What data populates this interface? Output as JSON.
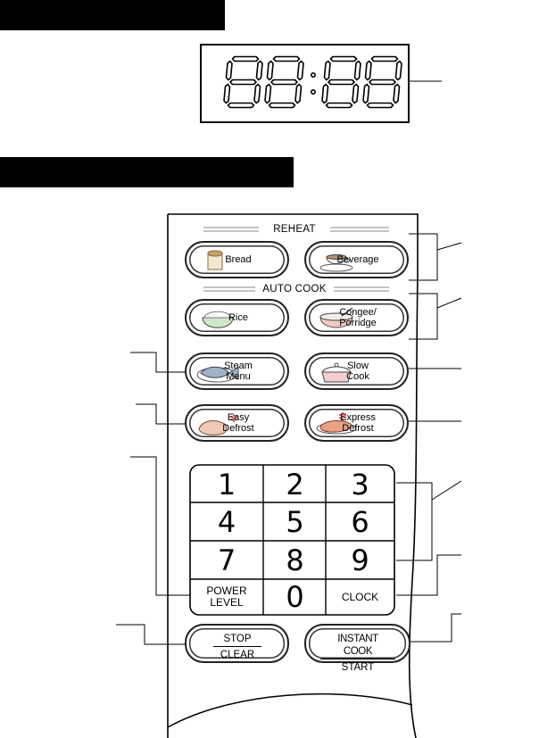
{
  "display": {
    "digits": "88:88"
  },
  "reheat": {
    "header": "REHEAT",
    "bread": "Bread",
    "beverage": "Beverage"
  },
  "auto_cook": {
    "header": "AUTO COOK",
    "rice": "Rice",
    "congee_1": "Congee/",
    "congee_2": "Porridge"
  },
  "steam": {
    "l1": "Steam",
    "l2": "Menu"
  },
  "slow": {
    "l1": "Slow",
    "l2": "Cook"
  },
  "easy_defrost": {
    "l1": "Easy",
    "l2": "Defrost"
  },
  "express_defrost": {
    "l1": "Express",
    "l2": "Defrost"
  },
  "keypad": {
    "k1": "1",
    "k2": "2",
    "k3": "3",
    "k4": "4",
    "k5": "5",
    "k6": "6",
    "k7": "7",
    "k8": "8",
    "k9": "9",
    "power_1": "POWER",
    "power_2": "LEVEL",
    "k0": "0",
    "clock": "CLOCK"
  },
  "stop_clear": {
    "top": "STOP",
    "bottom": "CLEAR"
  },
  "instant_start": {
    "top": "INSTANT COOK",
    "bottom": "START"
  },
  "icons": [
    "bread-icon",
    "cup-icon",
    "rice-bowl-icon",
    "porridge-bowl-icon",
    "fish-icon",
    "pot-icon",
    "chicken-icon",
    "steak-icon",
    "snowflake-icon"
  ]
}
